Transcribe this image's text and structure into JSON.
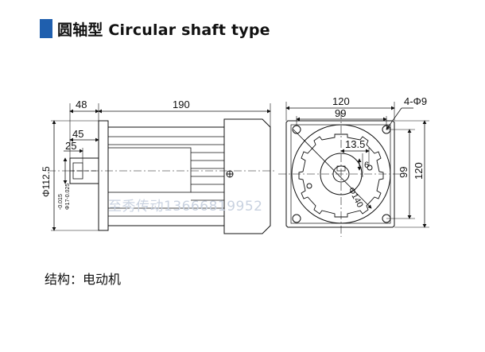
{
  "header": {
    "title": "圆轴型 Circular shaft type",
    "accent_color": "#1f5fae"
  },
  "side_view": {
    "dim_shaft_len": "48",
    "dim_body_len": "190",
    "dim_45": "45",
    "dim_25": "25",
    "dim_flange_dia": "Φ112.5",
    "dim_tol_upper": "-0.015",
    "dim_shaft_dia": "Φ17-0.025"
  },
  "front_view": {
    "dim_width": "120",
    "dim_pitch": "99",
    "dim_holes": "4-Φ9",
    "dim_key": "13.5",
    "dim_keyw": "6",
    "dim_circle": "Φ140",
    "dim_height_pitch": "99",
    "dim_height": "120"
  },
  "watermark": "至秀传动13666819952",
  "footer": {
    "structure_label": "结构：电动机"
  }
}
